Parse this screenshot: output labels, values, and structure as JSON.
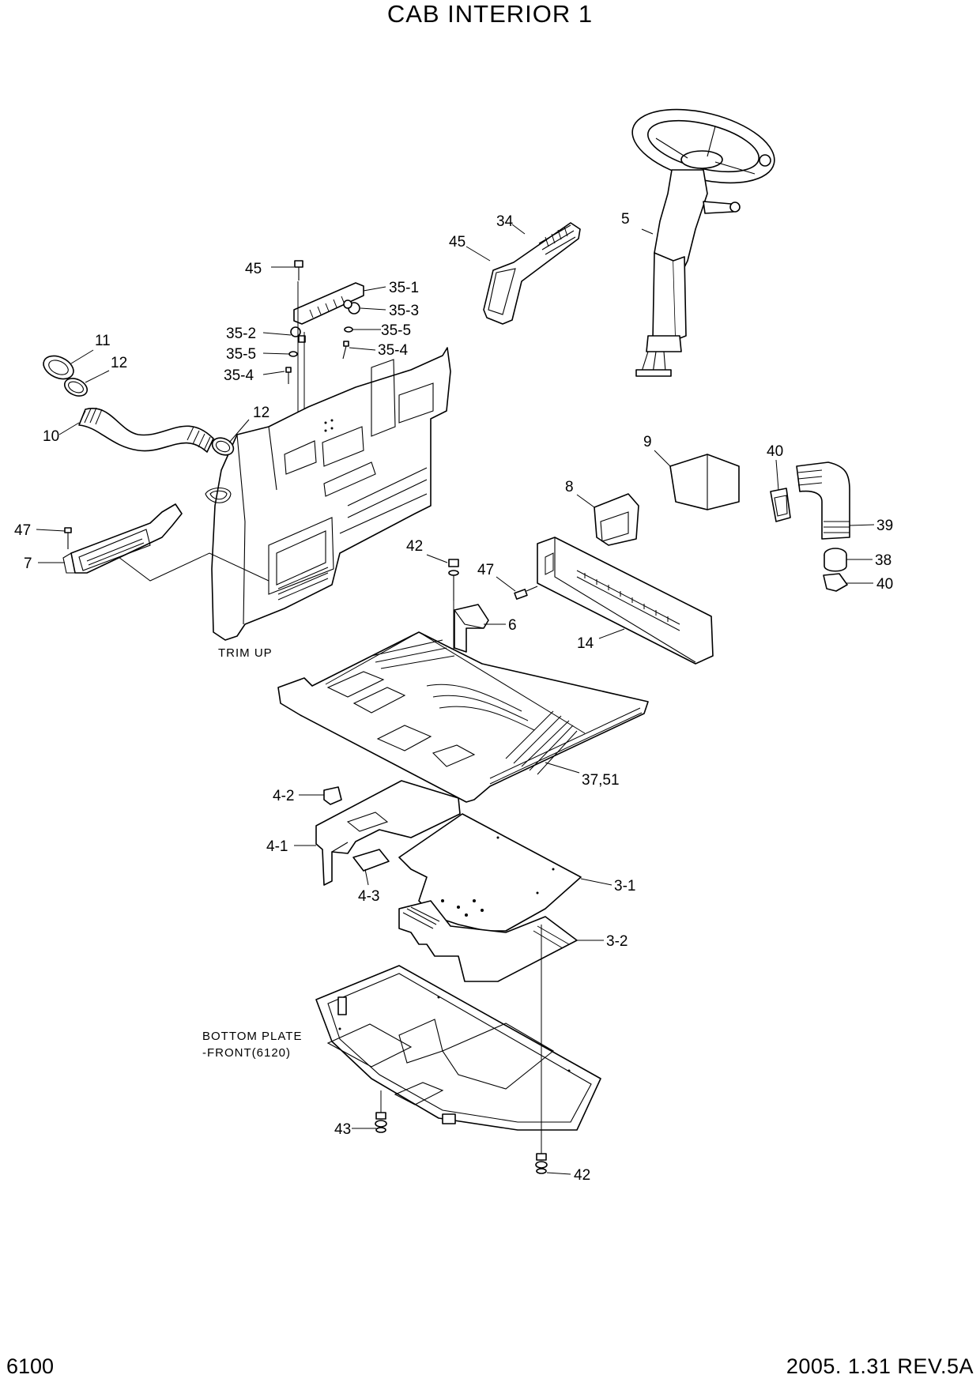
{
  "header": {
    "title": "CAB INTERIOR 1"
  },
  "footer": {
    "page_number": "6100",
    "revision": "2005. 1.31  REV.5A"
  },
  "notes": {
    "trim_up": "TRIM UP",
    "bottom_plate_line1": "BOTTOM PLATE",
    "bottom_plate_line2": "-FRONT(6120)"
  },
  "callouts": {
    "c5": "5",
    "c34": "34",
    "c45a": "45",
    "c45b": "45",
    "c35_1": "35-1",
    "c35_3": "35-3",
    "c35_2": "35-2",
    "c35_5a": "35-5",
    "c35_5b": "35-5",
    "c35_4a": "35-4",
    "c35_4b": "35-4",
    "c11": "11",
    "c12a": "12",
    "c12b": "12",
    "c10": "10",
    "c47a": "47",
    "c47b": "47",
    "c7": "7",
    "c9": "9",
    "c40a": "40",
    "c40b": "40",
    "c39": "39",
    "c38": "38",
    "c8": "8",
    "c42a": "42",
    "c42b": "42",
    "c6": "6",
    "c14": "14",
    "c37_51": "37,51",
    "c4_2": "4-2",
    "c4_1": "4-1",
    "c4_3": "4-3",
    "c3_1": "3-1",
    "c3_2": "3-2",
    "c43": "43"
  }
}
